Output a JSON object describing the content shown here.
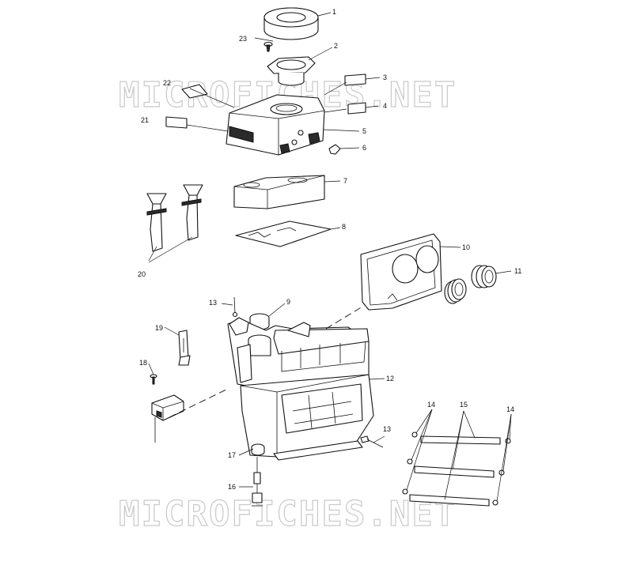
{
  "watermark": {
    "top_text": "MICROFICHES.NET",
    "bottom_text": "MICROFICHES.NET"
  },
  "callouts": {
    "c1": "1",
    "c2": "2",
    "c3": "3",
    "c4": "4",
    "c5": "5",
    "c6": "6",
    "c7": "7",
    "c8": "8",
    "c9": "9",
    "c10": "10",
    "c11": "11",
    "c12": "12",
    "c13a": "13",
    "c13b": "13",
    "c14a": "14",
    "c14b": "14",
    "c15": "15",
    "c16": "16",
    "c17": "17",
    "c18": "18",
    "c19": "19",
    "c20": "20",
    "c21": "21",
    "c22": "22",
    "c23": "23"
  }
}
